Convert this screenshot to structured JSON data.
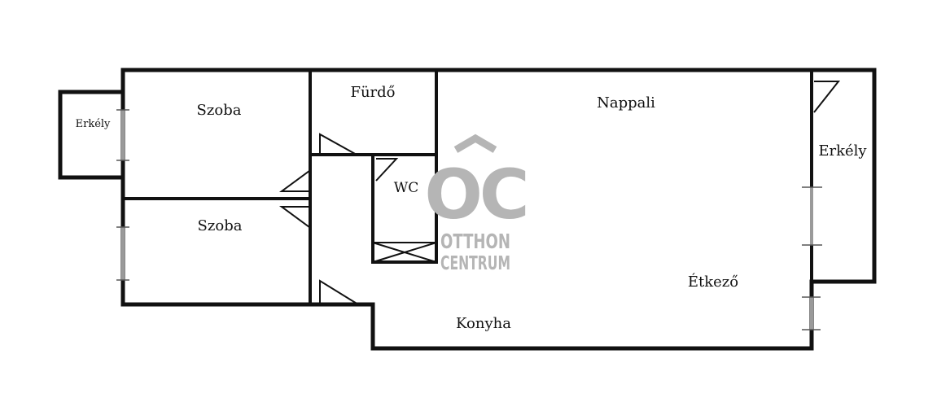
{
  "rooms": {
    "erkely_left": "Erkély",
    "szoba_top": "Szoba",
    "furdo": "Fürdő",
    "nappali": "Nappali",
    "erkely_right": "Erkély",
    "wc": "WC",
    "szoba_bottom": "Szoba",
    "etkezo": "Étkező",
    "konyha": "Konyha"
  },
  "watermark": {
    "monogram": "OC",
    "line1": "OTTHON",
    "line2": "CENTRUM"
  }
}
